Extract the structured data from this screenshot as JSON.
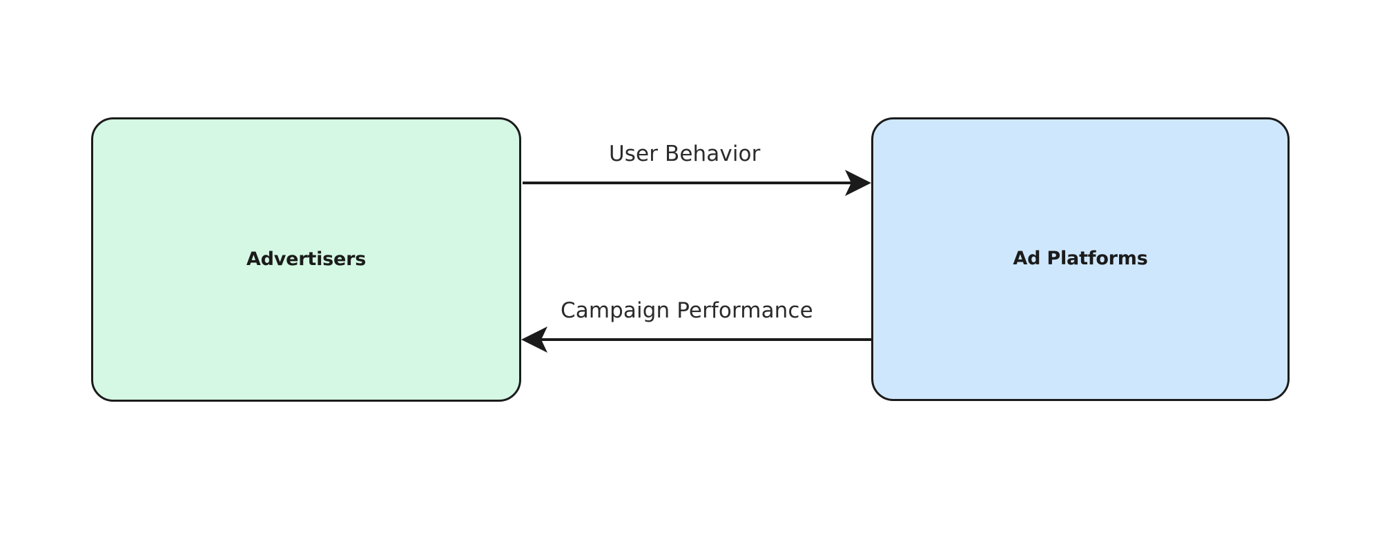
{
  "diagram": {
    "type": "flowchart",
    "direction": "left-right",
    "background_color": "#ffffff",
    "nodes": [
      {
        "id": "advertisers",
        "label": "Advertisers",
        "fill_color": "#d4f8e3",
        "border_color": "#1b1b1b",
        "text_color": "#1b1b1b",
        "shape": "rounded-rectangle"
      },
      {
        "id": "ad_platforms",
        "label": "Ad Platforms",
        "fill_color": "#cfe7fd",
        "border_color": "#1b1b1b",
        "text_color": "#1b1b1b",
        "shape": "rounded-rectangle"
      }
    ],
    "edges": [
      {
        "id": "user_behavior",
        "label": "User Behavior",
        "from": "advertisers",
        "to": "ad_platforms",
        "direction": "right",
        "line_color": "#1b1b1b",
        "arrowhead": "solid-triangle"
      },
      {
        "id": "campaign_performance",
        "label": "Campaign Performance",
        "from": "ad_platforms",
        "to": "advertisers",
        "direction": "left",
        "line_color": "#1b1b1b",
        "arrowhead": "solid-triangle"
      }
    ]
  }
}
